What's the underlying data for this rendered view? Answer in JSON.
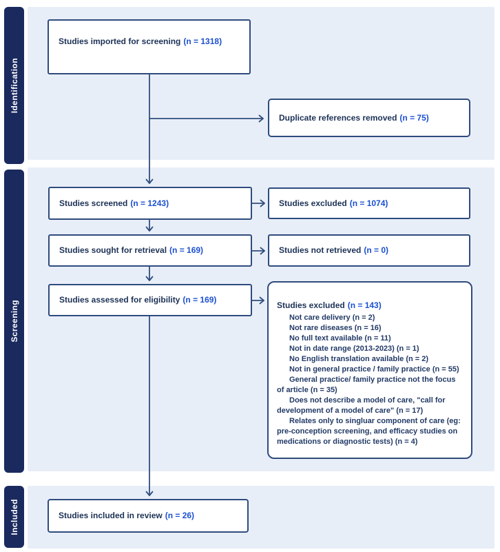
{
  "sections": {
    "identification": "Identification",
    "screening": "Screening",
    "included": "Included"
  },
  "boxes": {
    "imported": {
      "label": "Studies imported for screening",
      "count": "(n = 1318)"
    },
    "duplicates": {
      "label": "Duplicate references removed",
      "count": "(n = 75)"
    },
    "screened": {
      "label": "Studies screened",
      "count": "(n = 1243)"
    },
    "excluded_screen": {
      "label": "Studies excluded",
      "count": "(n = 1074)"
    },
    "retrieval": {
      "label": "Studies sought for retrieval",
      "count": "(n = 169)"
    },
    "not_retrieved": {
      "label": "Studies not retrieved",
      "count": "(n = 0)"
    },
    "eligibility": {
      "label": "Studies assessed for eligibility",
      "count": "(n = 169)"
    },
    "excluded_elig": {
      "label": "Studies excluded",
      "count": "(n = 143)",
      "reasons": [
        "Not care delivery (n = 2)",
        "Not rare diseases (n = 16)",
        "No full text available (n = 11)",
        "Not in date range (2013-2023) (n = 1)",
        "No English translation available (n = 2)",
        "Not in general practice / family practice (n = 55)",
        "General practice/ family practice not the focus of article (n = 35)",
        "Does not describe a model of care, \"call for development of a model of care\" (n = 17)",
        "Relates only to singluar component of care (eg: pre-conception screening, and efficacy studies on medications or diagnostic tests) (n = 4)"
      ]
    },
    "included": {
      "label": "Studies included in review",
      "count": "(n = 26)"
    }
  },
  "colors": {
    "section_tab_navy": "#1b2a5e",
    "section_band_blue": "#e8eef8",
    "box_border_navy": "#2e4b7d",
    "label_navy": "#1c3156",
    "count_blue": "#1b4fd1",
    "arrow_navy": "#2f4d7e"
  }
}
